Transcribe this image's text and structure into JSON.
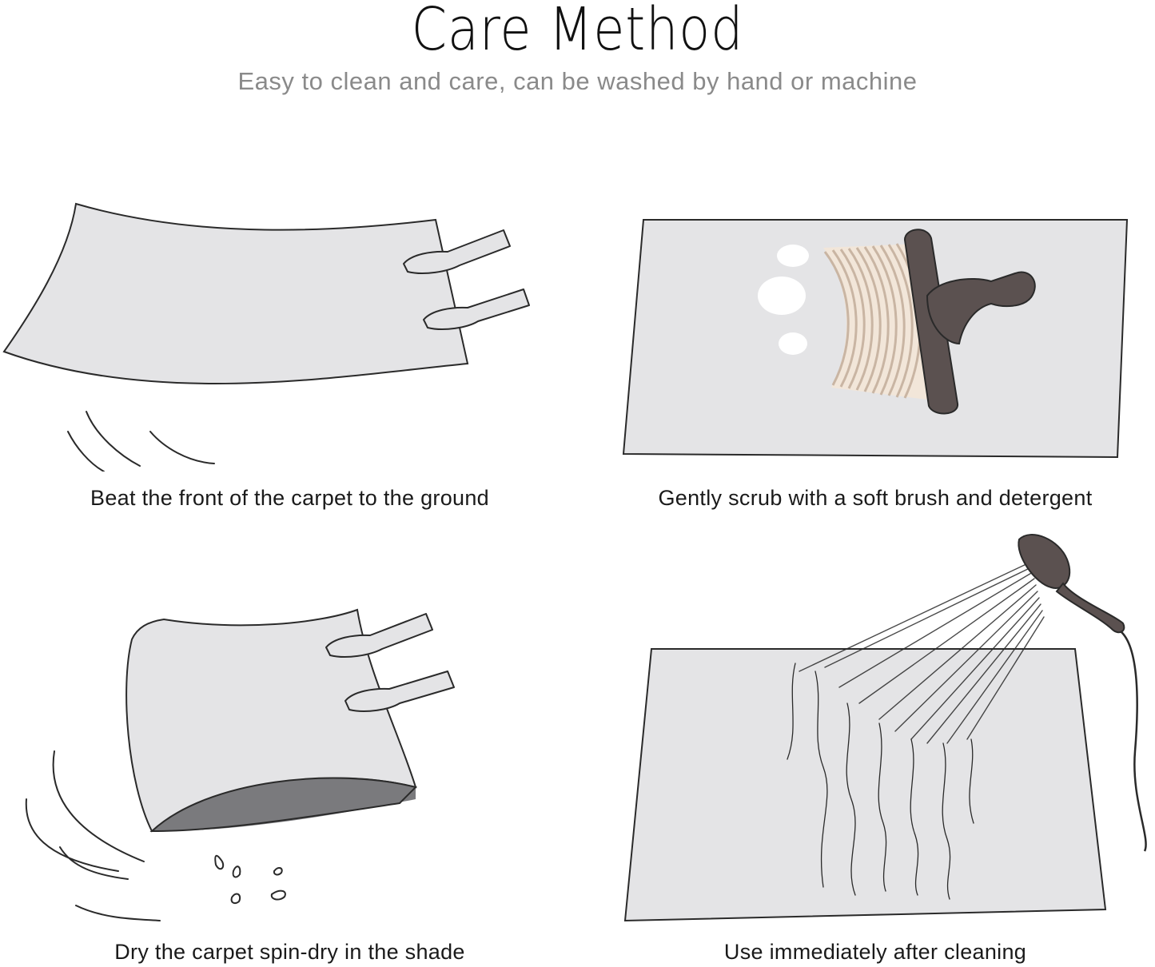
{
  "header": {
    "title": "Care Method",
    "subtitle": "Easy to clean and care, can be washed by hand or machine"
  },
  "steps": [
    {
      "caption": "Beat the front of the carpet to the ground",
      "icon": "carpet-beating-icon"
    },
    {
      "caption": "Gently scrub with a soft brush and detergent",
      "icon": "brush-scrub-icon"
    },
    {
      "caption": "Dry the carpet spin-dry in the shade",
      "icon": "carpet-drying-icon"
    },
    {
      "caption": "Use immediately after cleaning",
      "icon": "shower-rinse-icon"
    }
  ],
  "colors": {
    "carpet": "#e4e4e6",
    "outline": "#2a2a2a",
    "carpet_shadow": "#7a7a7d",
    "brush_handle": "#5b5150",
    "brush_bristles": "#c9b5a3"
  }
}
